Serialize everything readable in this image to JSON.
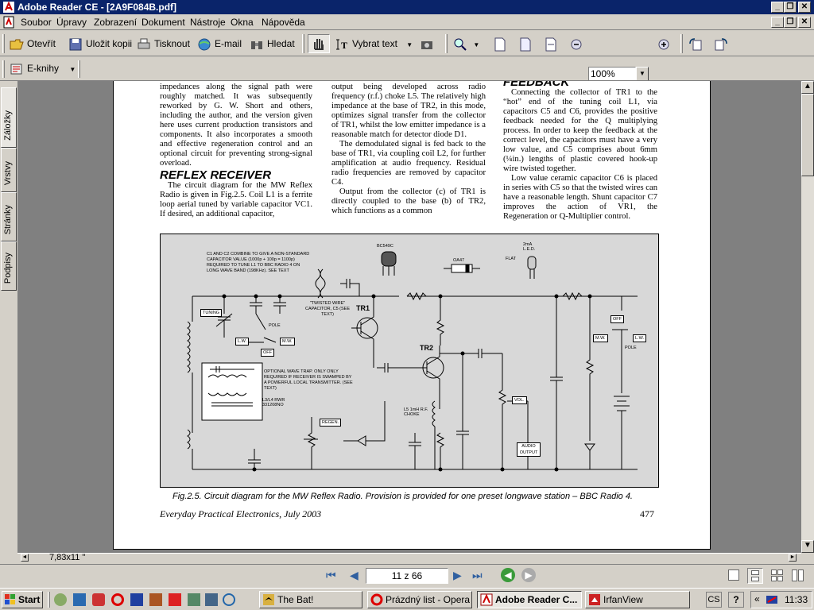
{
  "window": {
    "title": "Adobe Reader CE - [2A9F084B.pdf]",
    "colors": {
      "titlebar": "#0a246a",
      "chrome": "#d4d0c8",
      "doc_bg": "#808080",
      "diagram_bg": "#d8d8d8"
    }
  },
  "menu": [
    "Soubor",
    "Úpravy",
    "Zobrazení",
    "Dokument",
    "Nástroje",
    "Okna",
    "Nápověda"
  ],
  "toolbar": {
    "open": "Otevřít",
    "save_copy": "Uložit kopii",
    "print": "Tisknout",
    "email": "E-mail",
    "search": "Hledat",
    "select_text": "Vybrat text",
    "zoom": "100%",
    "ebooks": "E-knihy"
  },
  "side_tabs": [
    "Záložky",
    "Vrstvy",
    "Stránky",
    "Podpisy"
  ],
  "article": {
    "col1_para1": "impedances along the signal path were roughly matched. It was subsequently reworked by G. W. Short and others, including the author, and the version given here uses current production transistors and components. It also incorporates a smooth and effective regeneration control and an optional circuit for preventing strong-signal overload.",
    "heading1": "REFLEX RECEIVER",
    "col1_para2": "The circuit diagram for the MW Reflex Radio is given in Fig.2.5. Coil L1 is a ferrite loop aerial tuned by variable capacitor VC1. If desired, an additional capacitor,",
    "col2_para1": "output being developed across radio frequency (r.f.) choke L5. The relatively high impedance at the base of TR2, in this mode, optimizes signal transfer from the collector of TR1, whilst the low emitter impedance is a reasonable match for detector diode D1.",
    "col2_para2": "The demodulated signal is fed back to the base of TR1, via coupling coil L2, for further amplification at audio frequency. Residual radio frequencies are removed by capacitor C4.",
    "col2_para3": "Output from the collector (c) of TR1 is directly coupled to the base (b) of TR2, which functions as a common",
    "heading2": "FEEDBACK",
    "col3_para1": "Connecting the collector of TR1 to the “hot” end of the tuning coil L1, via capacitors C5 and C6, provides the positive feedback needed for the Q multiplying process. In order to keep the feedback at the correct level, the capacitors must have a very low value, and C5 comprises about 6mm (¼in.) lengths of plastic covered hook-up wire twisted together.",
    "col3_para2": "Low value ceramic capacitor C6 is placed in series with C5 so that the twisted wires can have a reasonable length. Shunt capacitor C7 improves the action of VR1, the Regeneration or Q-Multiplier control.",
    "caption": "Fig.2.5. Circuit diagram for the MW Reflex Radio. Provision is provided for one preset longwave station – BBC Radio 4.",
    "footer_left": "Everyday Practical Electronics, July 2003",
    "footer_right": "477"
  },
  "diagram": {
    "note1": "C1 AND C2 COMBINE TO GIVE A NON-STANDARD CAPACITOR VALUE (1000p + 100p = 1100p) REQUIRED TO TUNE L1 TO BBC RADIO 4 ON LONG WAVE BAND (198KHz). SEE TEXT",
    "note2": "OPTIONAL WAVE TRAP. ONLY ONLY REQUIRED IF RECEIVER IS SWAMPED BY A POWERFUL LOCAL TRANSMITTER. (SEE TEXT)",
    "twisted": "\"TWISTED WIRE\" CAPACITOR, C5 (SEE TEXT)",
    "labels": {
      "tuning": "TUNING",
      "lw": "L.W.",
      "mw": "M.W.",
      "off": "OFF",
      "pole": "POLE",
      "regen": "REGEN.",
      "vol": "VOL.",
      "audio": "AUDIO OUTPUT",
      "tr1": "TR1",
      "tr2": "TR2",
      "flat": "FLAT",
      "led": "2mA L.E.D.",
      "bc": "BC549C",
      "oa47": "OA47",
      "l3l4": "L3/L4 RWR 331208NO",
      "choke": "L5 1mH R.F. CHOKE"
    }
  },
  "statusbar": {
    "page_size": "7,83x11 \"",
    "page": "11 z 66"
  },
  "taskbar": {
    "start": "Start",
    "tasks": [
      "The Bat!",
      "Prázdný list - Opera ...",
      "Adobe Reader C...",
      "IrfanView"
    ],
    "lang": "CS",
    "time": "11:33"
  }
}
